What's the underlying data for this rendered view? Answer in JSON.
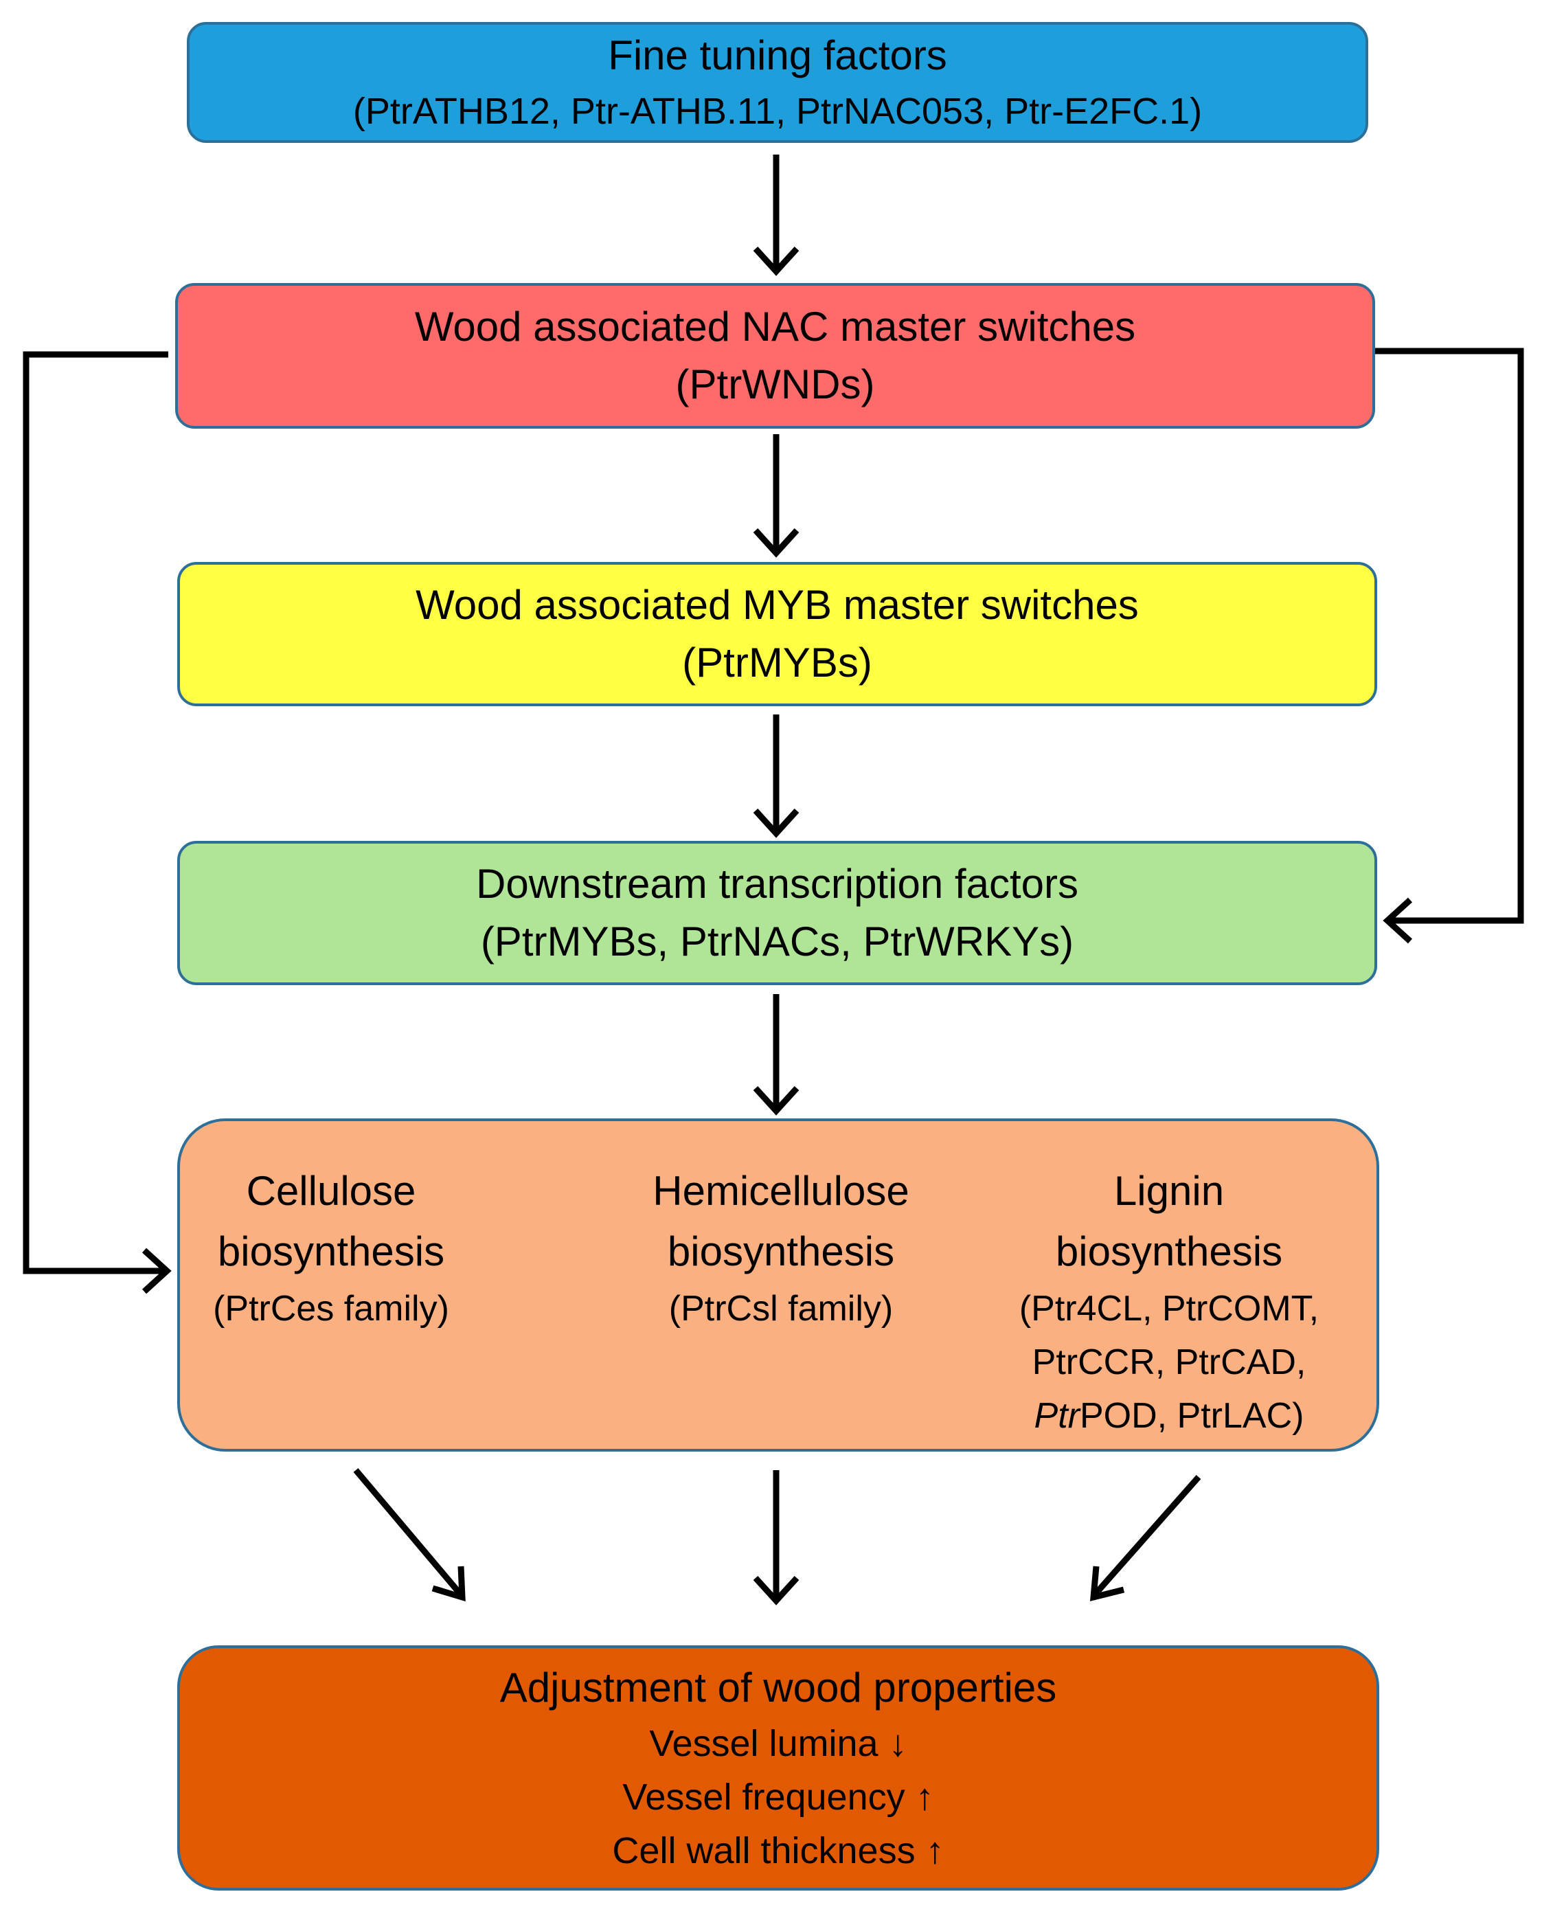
{
  "colors": {
    "fine_tuning": "#1e9fdc",
    "nac": "#ff6a6a",
    "myb": "#ffff44",
    "downstream": "#b0e497",
    "biosynthesis": "#fbb082",
    "adjustment": "#e25a00",
    "border": "#2e6f9a",
    "arrow": "#000000"
  },
  "fine_tuning": {
    "title": "Fine tuning factors",
    "genes": "(PtrATHB12, Ptr-ATHB.11, PtrNAC053, Ptr-E2FC.1)"
  },
  "nac": {
    "title": "Wood associated NAC master switches",
    "genes": "(PtrWNDs)"
  },
  "myb": {
    "title": "Wood associated MYB master switches",
    "genes": "(PtrMYBs)"
  },
  "downstream": {
    "title": "Downstream transcription factors",
    "genes": "(PtrMYBs, PtrNACs, PtrWRKYs)"
  },
  "biosynthesis": {
    "cellulose": {
      "line1": "Cellulose",
      "line2": "biosynthesis",
      "genes": "(PtrCes family)"
    },
    "hemicellulose": {
      "line1": "Hemicellulose",
      "line2": "biosynthesis",
      "genes": "(PtrCsl family)"
    },
    "lignin": {
      "line1": "Lignin",
      "line2": "biosynthesis",
      "genes1": "(Ptr4CL, PtrCOMT,",
      "genes2": "PtrCCR, PtrCAD,",
      "genes3_a": "Ptr",
      "genes3_b": "POD",
      "genes3_c": ", Ptr",
      "genes3_d": "LAC)"
    }
  },
  "adjustment": {
    "title": "Adjustment of wood properties",
    "items": [
      "Vessel lumina ↓",
      "Vessel frequency ↑",
      "Cell wall thickness ↑"
    ]
  }
}
